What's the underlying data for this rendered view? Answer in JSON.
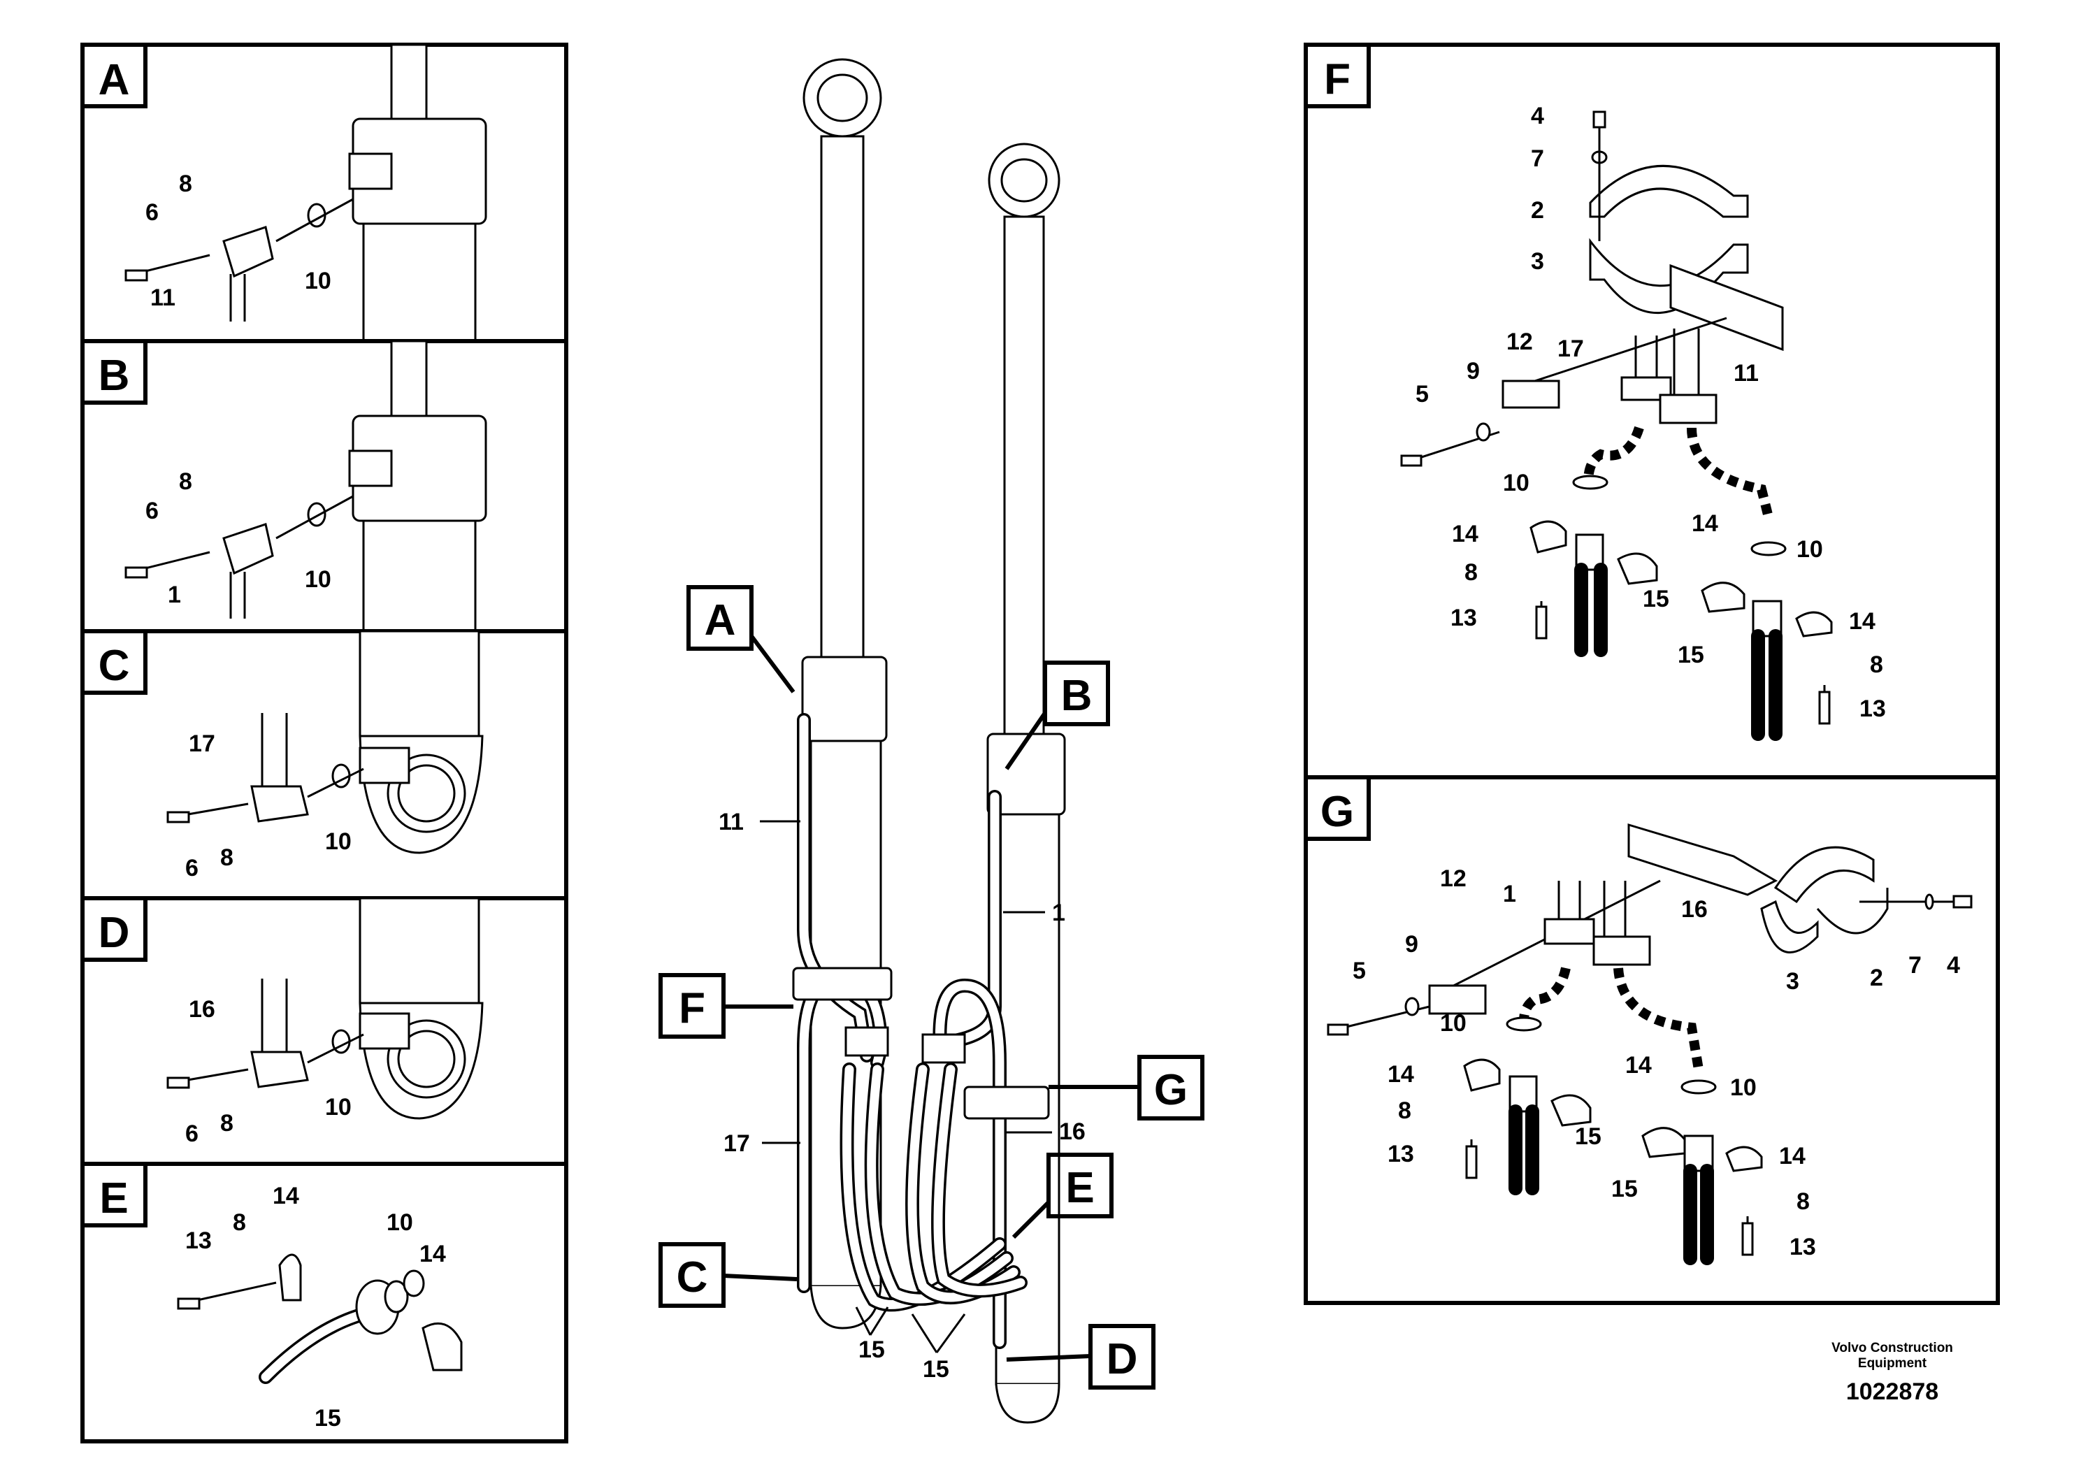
{
  "panels": {
    "A": {
      "tag": "A",
      "labels": {
        "p6": "6",
        "p8": "8",
        "p11": "11",
        "p10": "10"
      }
    },
    "B": {
      "tag": "B",
      "labels": {
        "p6": "6",
        "p8": "8",
        "p1": "1",
        "p10": "10"
      }
    },
    "C": {
      "tag": "C",
      "labels": {
        "p17": "17",
        "p6": "6",
        "p8": "8",
        "p10": "10"
      }
    },
    "D": {
      "tag": "D",
      "labels": {
        "p16": "16",
        "p6": "6",
        "p8": "8",
        "p10": "10"
      }
    },
    "E": {
      "tag": "E",
      "labels": {
        "p13": "13",
        "p8": "8",
        "p14a": "14",
        "p10": "10",
        "p14b": "14",
        "p15": "15"
      }
    },
    "F": {
      "tag": "F",
      "labels": {
        "p4": "4",
        "p7": "7",
        "p2": "2",
        "p3": "3",
        "p12": "12",
        "p17": "17",
        "p11": "11",
        "p5": "5",
        "p9": "9",
        "p10a": "10",
        "p10b": "10",
        "p14a": "14",
        "p14b": "14",
        "p14c": "14",
        "p8a": "8",
        "p8b": "8",
        "p13a": "13",
        "p13b": "13",
        "p15a": "15",
        "p15b": "15"
      }
    },
    "G": {
      "tag": "G",
      "labels": {
        "p12": "12",
        "p1": "1",
        "p16": "16",
        "p5": "5",
        "p9": "9",
        "p3": "3",
        "p2": "2",
        "p7": "7",
        "p4": "4",
        "p10a": "10",
        "p10b": "10",
        "p14a": "14",
        "p14b": "14",
        "p14c": "14",
        "p8a": "8",
        "p8b": "8",
        "p13a": "13",
        "p13b": "13",
        "p15a": "15",
        "p15b": "15"
      }
    }
  },
  "center": {
    "callouts": [
      "A",
      "B",
      "F",
      "G",
      "E",
      "C",
      "D"
    ],
    "labels": {
      "p11": "11",
      "p1": "1",
      "p17": "17",
      "p16": "16",
      "p15a": "15",
      "p15b": "15"
    }
  },
  "footer": {
    "brand_line1": "Volvo Construction",
    "brand_line2": "Equipment",
    "doc_number": "1022878"
  }
}
